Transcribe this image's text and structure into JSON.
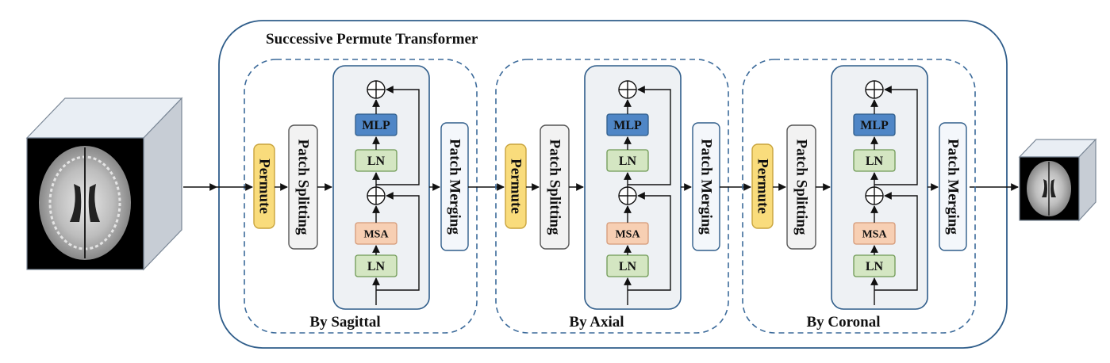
{
  "title": "Successive Permute Transformer",
  "stages": [
    {
      "caption": "By Sagittal",
      "permute": "Permute",
      "split": "Patch Splitting",
      "merge": "Patch Merging",
      "block": {
        "mlp": "MLP",
        "ln_top": "LN",
        "msa": "MSA",
        "ln_bottom": "LN"
      }
    },
    {
      "caption": "By Axial",
      "permute": "Permute",
      "split": "Patch Splitting",
      "merge": "Patch Merging",
      "block": {
        "mlp": "MLP",
        "ln_top": "LN",
        "msa": "MSA",
        "ln_bottom": "LN"
      }
    },
    {
      "caption": "By Coronal",
      "permute": "Permute",
      "split": "Patch Splitting",
      "merge": "Patch Merging",
      "block": {
        "mlp": "MLP",
        "ln_top": "LN",
        "msa": "MSA",
        "ln_bottom": "LN"
      }
    }
  ],
  "colors": {
    "frame": "#2f5d8a",
    "dashed": "#3b6a9a",
    "block_fill": "#eef1f4",
    "permute_fill": "#f9dc7c",
    "permute_stroke": "#c9a43d",
    "split_fill": "#f2f2f2",
    "merge_fill": "#f4f7fb",
    "mlp_fill": "#4f86c6",
    "ln_fill": "#d4e6c2",
    "ln_stroke": "#6f9a55",
    "msa_fill": "#f7cfb3",
    "msa_stroke": "#d59a78"
  }
}
